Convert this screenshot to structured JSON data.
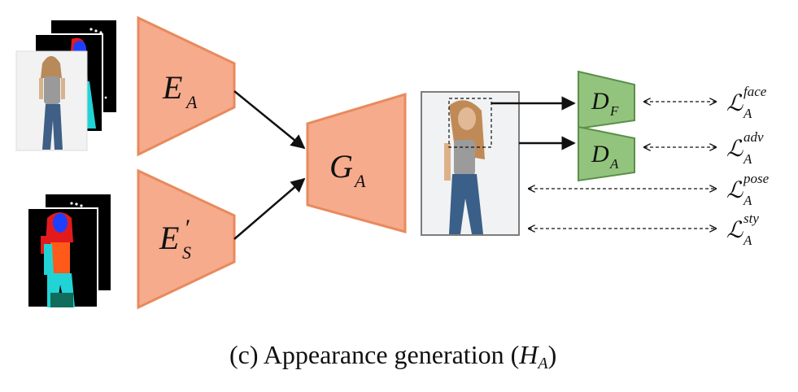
{
  "encoders": {
    "appearance": {
      "main": "E",
      "sub": "A"
    },
    "shape": {
      "main": "E",
      "prime": "′",
      "sub": "S"
    }
  },
  "generator": {
    "main": "G",
    "sub": "A"
  },
  "discriminators": {
    "face": {
      "main": "D",
      "sub": "F"
    },
    "adv": {
      "main": "D",
      "sub": "A"
    }
  },
  "losses": [
    {
      "symbol": "ℒ",
      "sup": "face",
      "sub": "A"
    },
    {
      "symbol": "ℒ",
      "sup": "adv",
      "sub": "A"
    },
    {
      "symbol": "ℒ",
      "sup": "pose",
      "sub": "A"
    },
    {
      "symbol": "ℒ",
      "sup": "sty",
      "sub": "A"
    }
  ],
  "caption": {
    "prefix": "(c) Appearance generation (",
    "symbol": "H",
    "sub": "A",
    "suffix": ")"
  },
  "colors": {
    "encoder_fill": "#f6ab8c",
    "encoder_stroke": "#e88a5e",
    "disc_fill": "#93c47d",
    "disc_stroke": "#5b8f4a",
    "seg_red": "#e31a1c",
    "seg_blue": "#1f3fff",
    "seg_cyan": "#22d3d6",
    "seg_orange": "#ff5a1a"
  }
}
